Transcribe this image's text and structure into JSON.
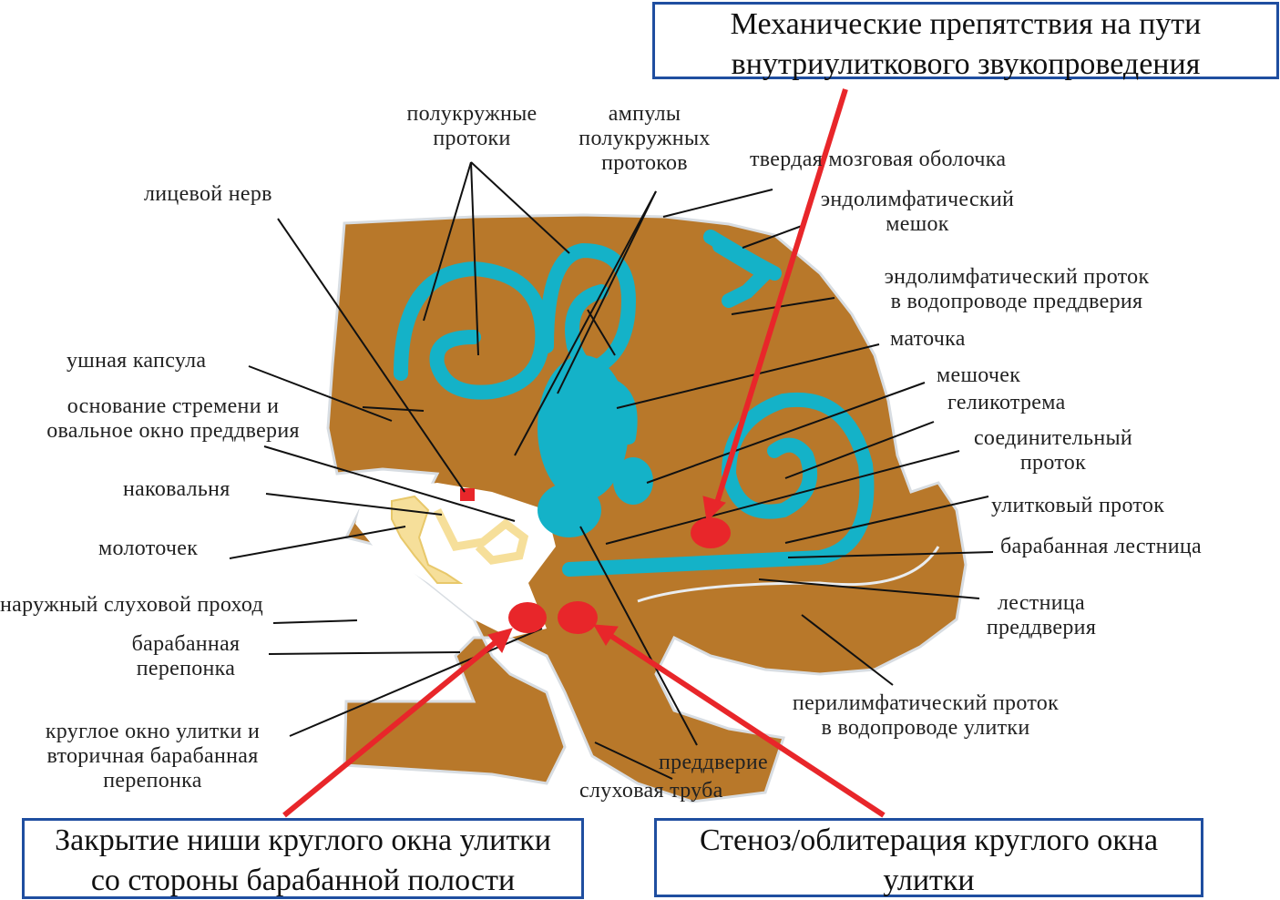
{
  "title_box": "Механические препятствия на пути\nвнутриулиткового звукопроведения",
  "bottom_left_box": "Закрытие ниши круглого окна улитки\nсо стороны барабанной полости",
  "bottom_right_box": "Стеноз/облитерация круглого окна\nулитки",
  "labels": {
    "semicircular_canals": "полукружные\nпротоки",
    "ampullae": "ампулы\nполукружных\nпротоков",
    "dura_mater": "твердая мозговая оболочка",
    "endolymphatic_sac": "эндолимфатический\nмешок",
    "facial_nerve": "лицевой нерв",
    "endolymphatic_duct": "эндолимфатический проток\nв водопроводе преддверия",
    "utricle": "маточка",
    "otic_capsule": "ушная капсула",
    "stapes_oval_window": "основание стремени и\nовальное окно преддверия",
    "saccule": "мешочек",
    "helicotrema": "геликотрема",
    "ductus_reuniens": "соединительный\nпроток",
    "incus": "наковальня",
    "cochlear_duct": "улитковый проток",
    "malleus": "молоточек",
    "scala_tympani": "барабанная лестница",
    "external_auditory_canal": "наружный слуховой проход",
    "scala_vestibuli": "лестница\nпреддверия",
    "tympanic_membrane": "барабанная\nперепонка",
    "perilymphatic_duct": "перилимфатический проток\nв водопроводе улитки",
    "round_window": "круглое окно улитки и\nвторичная барабанная\nперепонка",
    "vestibule": "преддверие",
    "eustachian_tube": "слуховая труба"
  },
  "colors": {
    "bone": "#b8782a",
    "endolymph": "#14b2c8",
    "obstruction": "#e8262a",
    "box_border": "#1f4ea0",
    "ossicle": "#f6df9a"
  }
}
